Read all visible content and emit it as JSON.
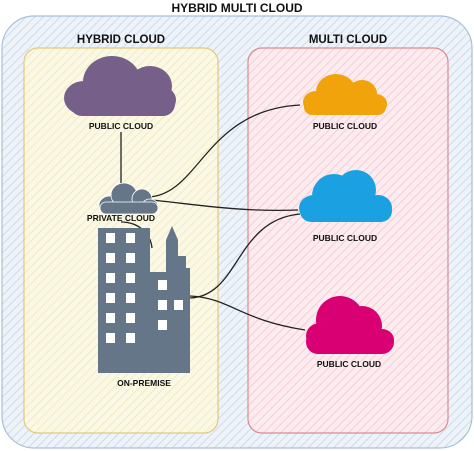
{
  "title": "HYBRID MULTI CLOUD",
  "hybrid_group": {
    "title": "HYBRID CLOUD",
    "fill": "#f8f5dc",
    "stroke": "#e2c97a"
  },
  "multi_group": {
    "title": "MULTI CLOUD",
    "fill": "#fbe3e8",
    "stroke": "#d98a94"
  },
  "outer": {
    "fill": "#e8f0f8",
    "stroke": "#a9bfd9"
  },
  "nodes": {
    "hybrid_public": {
      "label": "PUBLIC CLOUD",
      "color": "#76608a",
      "icon": "cloud-icon"
    },
    "private": {
      "label": "PRIVATE CLOUD",
      "color": "#647687",
      "icon": "cloud-icon"
    },
    "on_premise": {
      "label": "ON-PREMISE",
      "color": "#647687",
      "icon": "building-icon"
    },
    "multi_public_1": {
      "label": "PUBLIC CLOUD",
      "color": "#f0a30a",
      "icon": "cloud-icon"
    },
    "multi_public_2": {
      "label": "PUBLIC CLOUD",
      "color": "#1ba1e2",
      "icon": "cloud-icon"
    },
    "multi_public_3": {
      "label": "PUBLIC CLOUD",
      "color": "#d80073",
      "icon": "cloud-icon"
    }
  }
}
